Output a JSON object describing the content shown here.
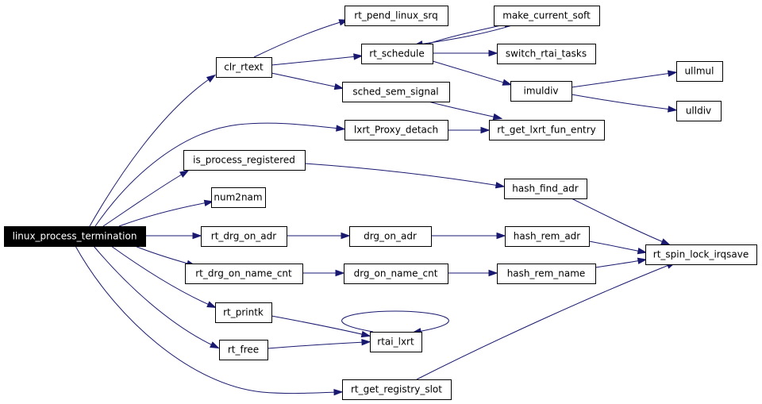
{
  "graph": {
    "edge_color": "#191970",
    "root_fill": "#000000",
    "nodes": {
      "linux_process_termination": "linux_process_termination",
      "clr_rtext": "clr_rtext",
      "rt_pend_linux_srq": "rt_pend_linux_srq",
      "make_current_soft": "make_current_soft",
      "rt_schedule": "rt_schedule",
      "switch_rtai_tasks": "switch_rtai_tasks",
      "imuldiv": "imuldiv",
      "ullmul": "ullmul",
      "ulldiv": "ulldiv",
      "sched_sem_signal": "sched_sem_signal",
      "lxrt_Proxy_detach": "lxrt_Proxy_detach",
      "rt_get_lxrt_fun_entry": "rt_get_lxrt_fun_entry",
      "is_process_registered": "is_process_registered",
      "hash_find_adr": "hash_find_adr",
      "num2nam": "num2nam",
      "rt_drg_on_adr": "rt_drg_on_adr",
      "drg_on_adr": "drg_on_adr",
      "hash_rem_adr": "hash_rem_adr",
      "rt_spin_lock_irqsave": "rt_spin_lock_irqsave",
      "rt_drg_on_name_cnt": "rt_drg_on_name_cnt",
      "drg_on_name_cnt": "drg_on_name_cnt",
      "hash_rem_name": "hash_rem_name",
      "rt_printk": "rt_printk",
      "rtai_lxrt": "rtai_lxrt",
      "rt_free": "rt_free",
      "rt_get_registry_slot": "rt_get_registry_slot"
    },
    "edges": [
      [
        "linux_process_termination",
        "clr_rtext"
      ],
      [
        "linux_process_termination",
        "lxrt_Proxy_detach"
      ],
      [
        "linux_process_termination",
        "is_process_registered"
      ],
      [
        "linux_process_termination",
        "num2nam"
      ],
      [
        "linux_process_termination",
        "rt_drg_on_adr"
      ],
      [
        "linux_process_termination",
        "rt_drg_on_name_cnt"
      ],
      [
        "linux_process_termination",
        "rt_printk"
      ],
      [
        "linux_process_termination",
        "rt_free"
      ],
      [
        "linux_process_termination",
        "rt_get_registry_slot"
      ],
      [
        "clr_rtext",
        "rt_pend_linux_srq"
      ],
      [
        "clr_rtext",
        "rt_schedule"
      ],
      [
        "clr_rtext",
        "sched_sem_signal"
      ],
      [
        "rt_schedule",
        "make_current_soft"
      ],
      [
        "make_current_soft",
        "rt_schedule"
      ],
      [
        "rt_schedule",
        "switch_rtai_tasks"
      ],
      [
        "rt_schedule",
        "imuldiv"
      ],
      [
        "imuldiv",
        "ullmul"
      ],
      [
        "imuldiv",
        "ulldiv"
      ],
      [
        "sched_sem_signal",
        "rt_get_lxrt_fun_entry"
      ],
      [
        "lxrt_Proxy_detach",
        "rt_get_lxrt_fun_entry"
      ],
      [
        "is_process_registered",
        "hash_find_adr"
      ],
      [
        "hash_find_adr",
        "rt_spin_lock_irqsave"
      ],
      [
        "rt_drg_on_adr",
        "drg_on_adr"
      ],
      [
        "drg_on_adr",
        "hash_rem_adr"
      ],
      [
        "hash_rem_adr",
        "rt_spin_lock_irqsave"
      ],
      [
        "rt_drg_on_name_cnt",
        "drg_on_name_cnt"
      ],
      [
        "drg_on_name_cnt",
        "hash_rem_name"
      ],
      [
        "hash_rem_name",
        "rt_spin_lock_irqsave"
      ],
      [
        "rt_printk",
        "rtai_lxrt"
      ],
      [
        "rt_free",
        "rtai_lxrt"
      ],
      [
        "rtai_lxrt",
        "rtai_lxrt"
      ],
      [
        "rt_get_registry_slot",
        "rt_spin_lock_irqsave"
      ]
    ]
  }
}
